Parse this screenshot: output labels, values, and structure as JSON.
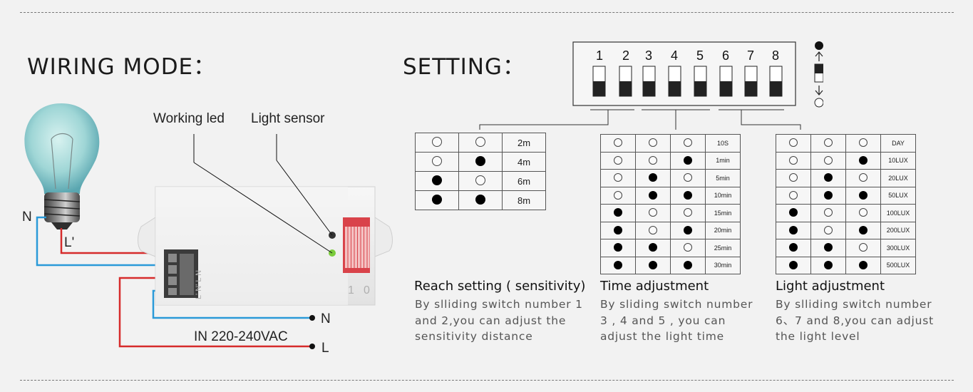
{
  "wiring": {
    "title": "WIRING MODE：",
    "working_led": "Working led",
    "light_sensor": "Light sensor",
    "n_left": "N",
    "l_prime": "L'",
    "n_right": "N",
    "l_right": "L",
    "supply": "IN 220-240VAC",
    "terminals": "L' N' L N",
    "dip_marks": [
      "1",
      "0"
    ]
  },
  "setting": {
    "title": "SETTING：",
    "switch_numbers": [
      "1",
      "2",
      "3",
      "4",
      "5",
      "6",
      "7",
      "8"
    ],
    "legend_on": "on",
    "legend_off": "off"
  },
  "reach": {
    "rows": [
      {
        "s1": "off",
        "s2": "off",
        "label": "2m"
      },
      {
        "s1": "off",
        "s2": "on",
        "label": "4m"
      },
      {
        "s1": "on",
        "s2": "off",
        "label": "6m"
      },
      {
        "s1": "on",
        "s2": "on",
        "label": "8m"
      }
    ],
    "title": "Reach setting ( sensitivity)",
    "body": "By slliding switch number 1 and 2,you can adjust the sensitivity distance"
  },
  "time": {
    "rows": [
      {
        "s": [
          "off",
          "off",
          "off"
        ],
        "label": "10S"
      },
      {
        "s": [
          "off",
          "off",
          "on"
        ],
        "label": "1min"
      },
      {
        "s": [
          "off",
          "on",
          "off"
        ],
        "label": "5min"
      },
      {
        "s": [
          "off",
          "on",
          "on"
        ],
        "label": "10min"
      },
      {
        "s": [
          "on",
          "off",
          "off"
        ],
        "label": "15min"
      },
      {
        "s": [
          "on",
          "off",
          "on"
        ],
        "label": "20min"
      },
      {
        "s": [
          "on",
          "on",
          "off"
        ],
        "label": "25min"
      },
      {
        "s": [
          "on",
          "on",
          "on"
        ],
        "label": "30min"
      }
    ],
    "title": "Time adjustment",
    "body": "By sliding switch number 3 , 4 and 5 , you can adjust the light time"
  },
  "light": {
    "rows": [
      {
        "s": [
          "off",
          "off",
          "off"
        ],
        "label": "DAY"
      },
      {
        "s": [
          "off",
          "off",
          "on"
        ],
        "label": "10LUX"
      },
      {
        "s": [
          "off",
          "on",
          "off"
        ],
        "label": "20LUX"
      },
      {
        "s": [
          "off",
          "on",
          "on"
        ],
        "label": "50LUX"
      },
      {
        "s": [
          "on",
          "off",
          "off"
        ],
        "label": "100LUX"
      },
      {
        "s": [
          "on",
          "off",
          "on"
        ],
        "label": "200LUX"
      },
      {
        "s": [
          "on",
          "on",
          "off"
        ],
        "label": "300LUX"
      },
      {
        "s": [
          "on",
          "on",
          "on"
        ],
        "label": "500LUX"
      }
    ],
    "title": "Light adjustment",
    "body": "By slliding switch number 6、7 and 8,you can adjust the light level"
  },
  "colors": {
    "wire_red": "#d62b2b",
    "wire_blue": "#2a9ad8",
    "bulb_glass": "#9fd6d6",
    "dip_red": "#d9434a"
  }
}
